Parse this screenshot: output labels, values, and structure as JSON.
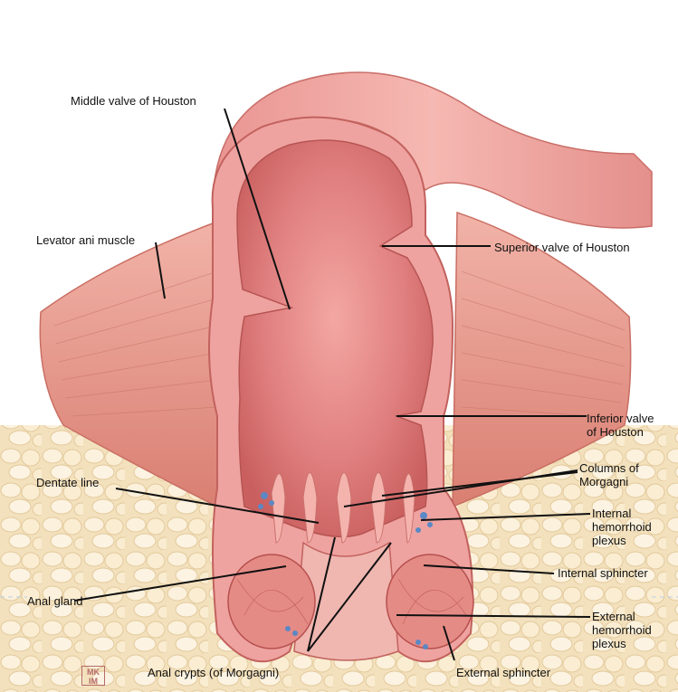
{
  "labels": {
    "middle_valve": "Middle valve of Houston",
    "levator_ani": "Levator ani muscle",
    "superior_valve": "Superior valve of Houston",
    "inferior_valve": "Inferior valve\nof Houston",
    "dentate_line": "Dentate line",
    "columns": "Columns of\nMorgagni",
    "internal_plexus": "Internal\nhemorrhoid\nplexus",
    "internal_sphincter": "Internal sphincter",
    "anal_gland": "Anal gland",
    "external_plexus": "External\nhemorrhoid\nplexus",
    "anal_crypts": "Anal crypts (of Morgagni)",
    "external_sphincter": "External sphincter"
  },
  "colors": {
    "mucosa": "#e07f7f",
    "wall": "#efa3a0",
    "muscle": "#e48e86",
    "fat": "#f5e6c3",
    "leader": "#111111"
  }
}
